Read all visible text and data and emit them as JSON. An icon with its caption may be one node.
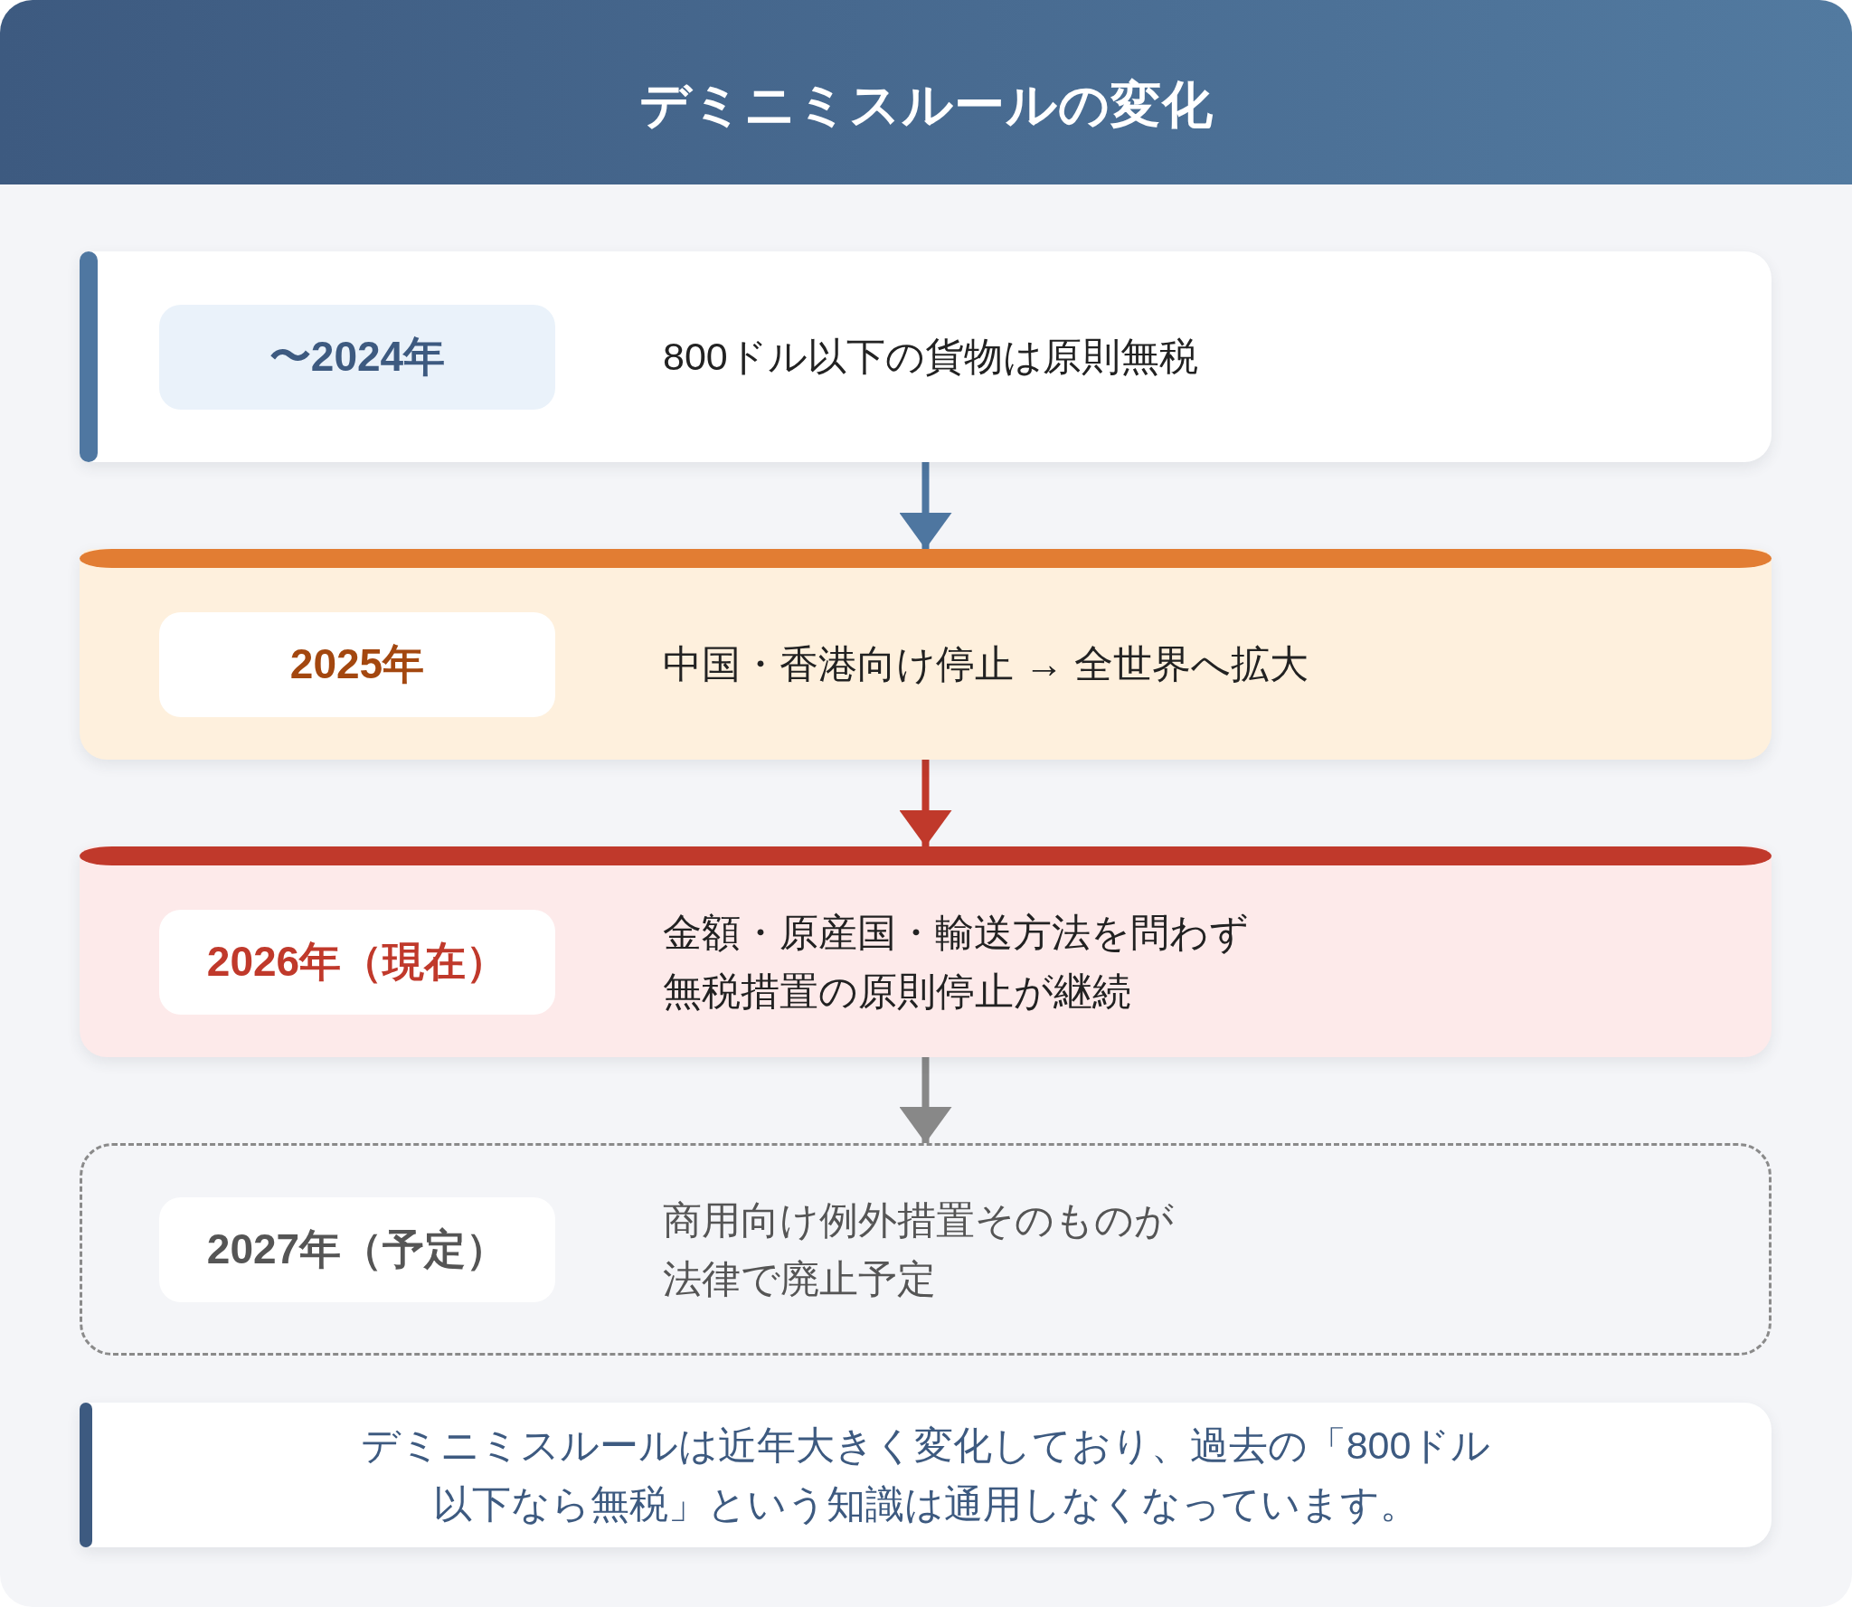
{
  "diagram": {
    "title": "デミニミスルールの変化",
    "nodes": [
      {
        "text": [
          "800ドル以下の貨物は原則無税"
        ]
      },
      {
        "text": [
          "〜2024年"
        ],
        "in": 0
      },
      {
        "text": [
          "中国・香港向け停止 → 全世界へ拡大"
        ]
      },
      {
        "text": [
          "2025年"
        ],
        "in": 2
      },
      {
        "text": [
          "金額・原産国・輸送方法を問わず無税措置の原則停止が継続"
        ]
      },
      {
        "text": [
          "2026年（現在）"
        ],
        "in": 4
      },
      {
        "text": [
          "商用向け例外措置そのものが法律で廃止予定"
        ]
      },
      {
        "text": [
          "2027年（予定）"
        ],
        "in": 6
      },
      {
        "text": [
          "デミニミスルールは近年大きく変化しており、過去の「800ドル以下なら無税」という知識は通用しなくなっています。"
        ]
      }
    ],
    "edges": [
      {
        "from": 0,
        "to": 2,
        "arrow": "to",
        "color": "#4e76a0"
      },
      {
        "from": 2,
        "to": 4,
        "arrow": "to",
        "color": "#c0392b"
      },
      {
        "from": 4,
        "to": 6,
        "arrow": "to",
        "color": "#888888"
      }
    ]
  }
}
